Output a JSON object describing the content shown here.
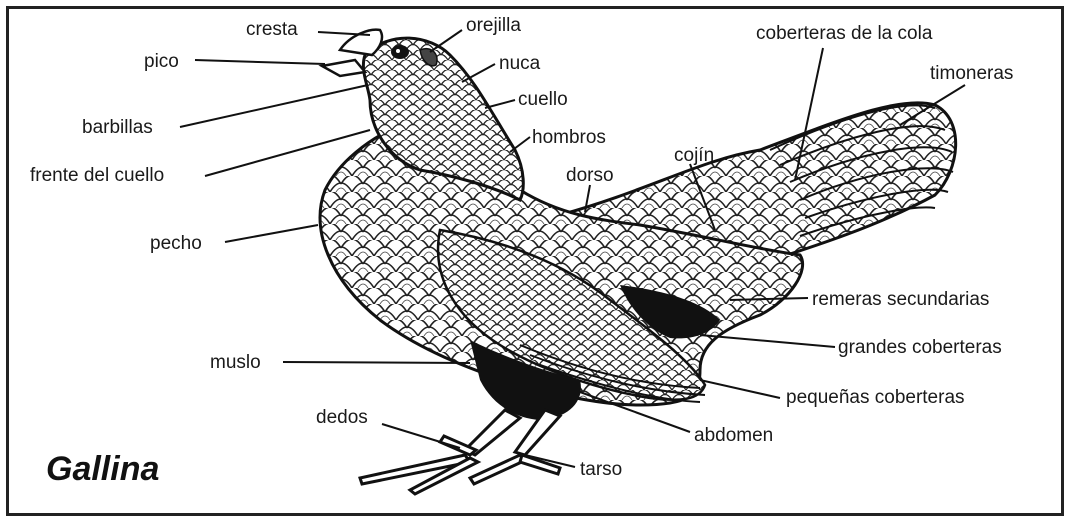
{
  "title": "Gallina",
  "labels": {
    "cresta": "cresta",
    "orejilla": "orejilla",
    "pico": "pico",
    "nuca": "nuca",
    "cuello": "cuello",
    "barbillas": "barbillas",
    "hombros": "hombros",
    "frente_del_cuello": "frente del cuello",
    "dorso": "dorso",
    "cojin": "cojín",
    "coberteras_de_la_cola": "coberteras de la cola",
    "timoneras": "timoneras",
    "pecho": "pecho",
    "remeras_secundarias": "remeras secundarias",
    "grandes_coberteras": "grandes coberteras",
    "muslo": "muslo",
    "pequenas_coberteras": "pequeñas coberteras",
    "dedos": "dedos",
    "abdomen": "abdomen",
    "tarso": "tarso"
  }
}
